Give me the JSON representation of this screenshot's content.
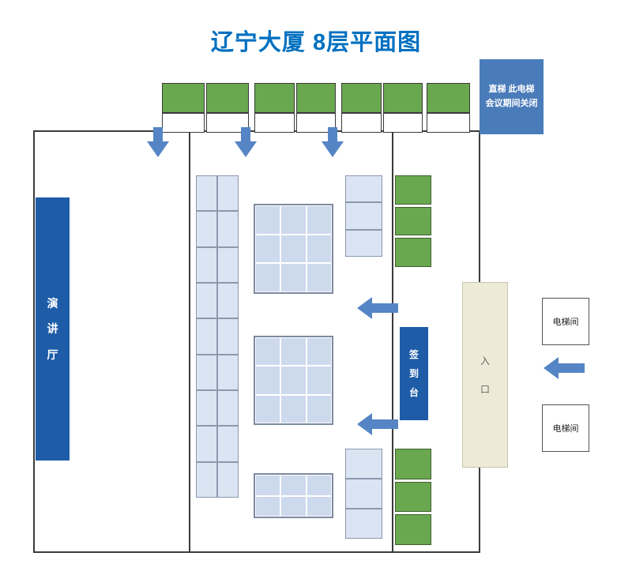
{
  "title": "辽宁大厦 8层平面图",
  "note_box": {
    "text": "直梯 此电梯会议期间关闭"
  },
  "rooms": {
    "lecture_hall": "演讲厅",
    "signin_desk": "签到台",
    "entrance": "入口",
    "elevator_room_top": "电梯间",
    "elevator_room_bottom": "电梯间"
  },
  "colors": {
    "title_blue": "#0070c0",
    "dark_blue": "#1e5ca8",
    "note_steel_blue": "#4a7cba",
    "arrow_blue": "#5585c5",
    "green": "#6aa84f",
    "table_cell_fill": "#dbe4f2",
    "table_block_fill": "#cdd9ec",
    "entrance_beige": "#edebd7",
    "wall": "#3b3b3b"
  }
}
